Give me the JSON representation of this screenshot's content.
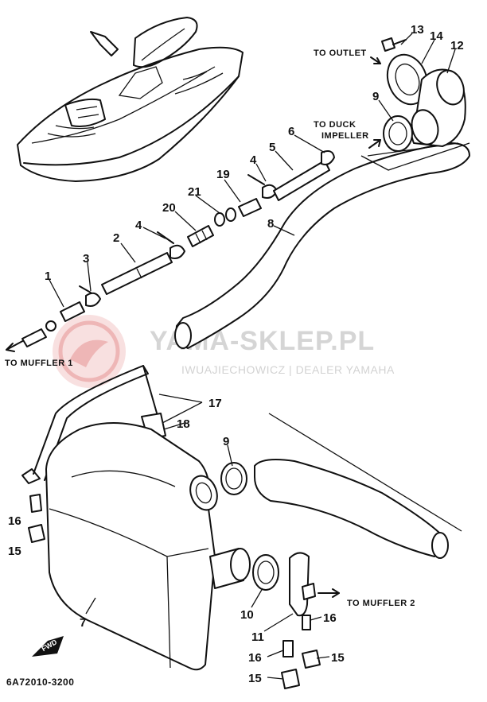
{
  "destinations": {
    "to_outlet": "TO OUTLET",
    "to_duck_impeller_1": "TO DUCK",
    "to_duck_impeller_2": "IMPELLER",
    "to_muffler_1": "TO MUFFLER 1",
    "to_muffler_2": "TO MUFFLER 2"
  },
  "callouts": {
    "n1": "1",
    "n2": "2",
    "n3": "3",
    "n4a": "4",
    "n4b": "4",
    "n5": "5",
    "n6": "6",
    "n7": "7",
    "n8": "8",
    "n9a": "9",
    "n9b": "9",
    "n10": "10",
    "n11": "11",
    "n12": "12",
    "n13": "13",
    "n14": "14",
    "n15a": "15",
    "n15b": "15",
    "n15c": "15",
    "n16a": "16",
    "n16b": "16",
    "n16c": "16",
    "n17": "17",
    "n18": "18",
    "n19": "19",
    "n20": "20",
    "n21": "21"
  },
  "diagram_code": "6A72010-3200",
  "fwd_label": "FWD",
  "watermark": {
    "title": "YAMA-SKLEP.PL",
    "subtitle": "IWUAJIECHOWICZ | DEALER YAMAHA"
  }
}
